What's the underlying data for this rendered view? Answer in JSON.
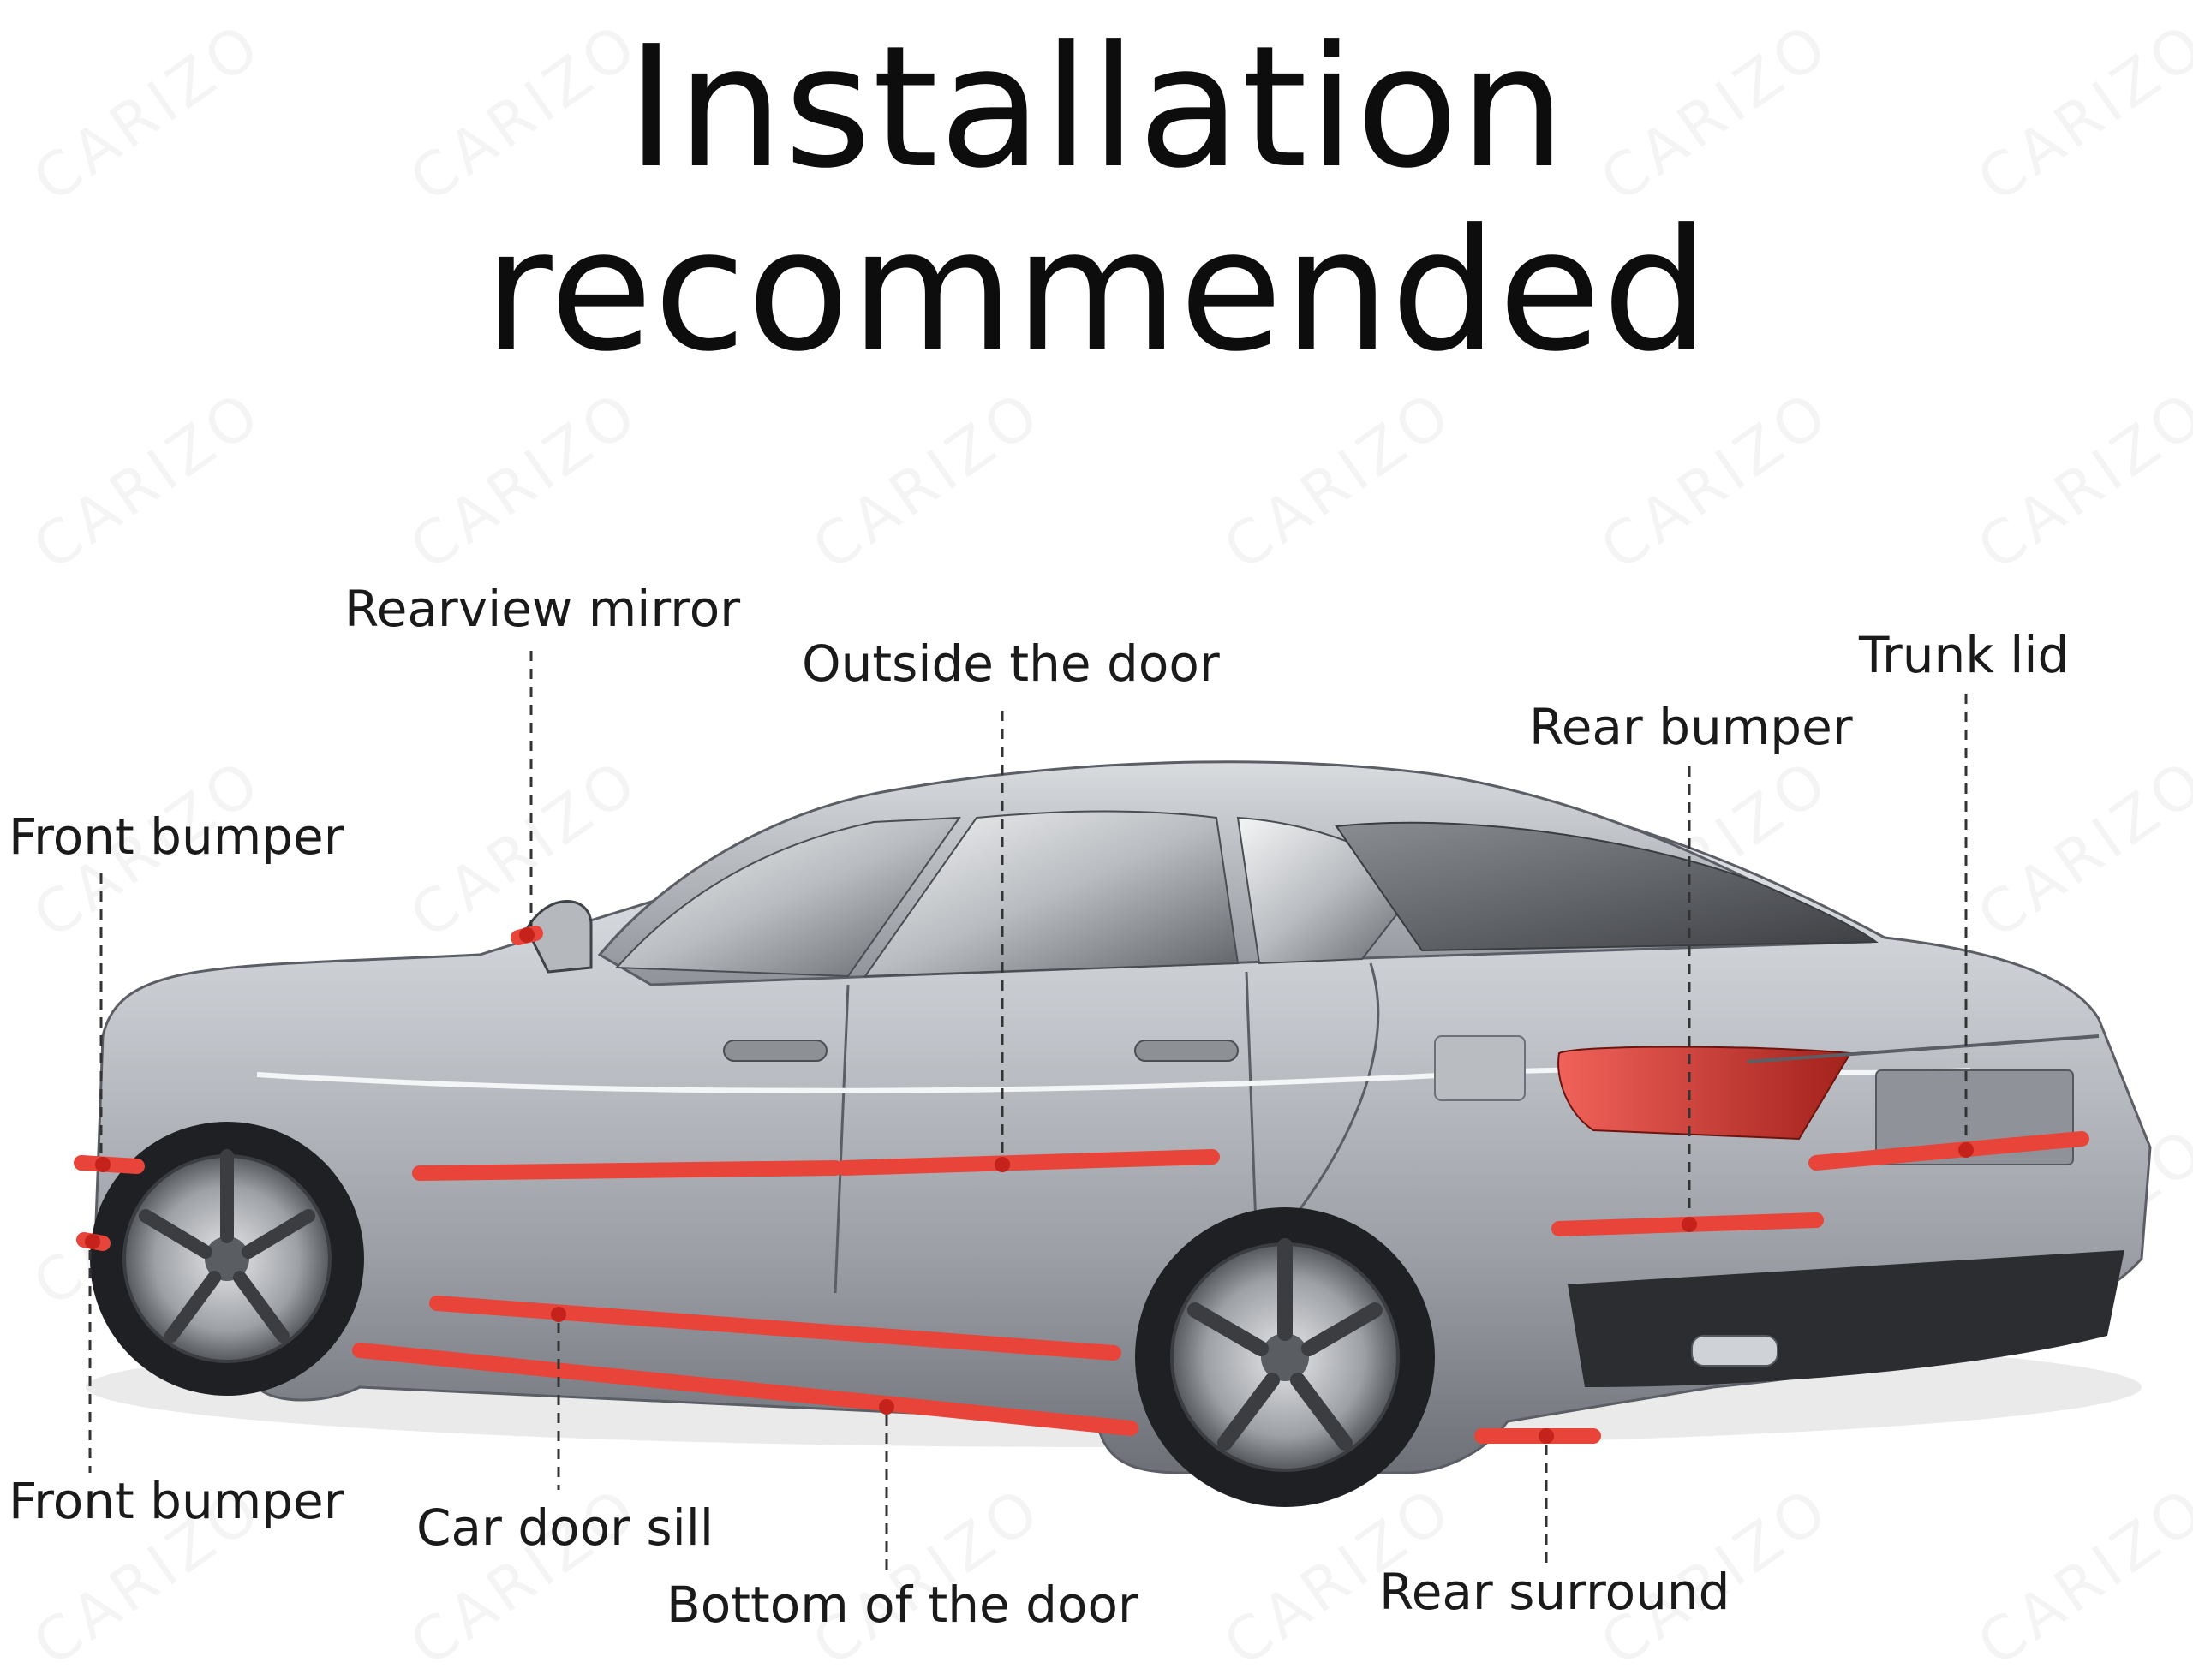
{
  "title": {
    "line1": "Installation",
    "line2": "recommended"
  },
  "watermark": "CARIZO",
  "labels": {
    "rearview_mirror": "Rearview mirror",
    "outside_door": "Outside the door",
    "trunk_lid": "Trunk lid",
    "rear_bumper": "Rear bumper",
    "front_bumper_top": "Front bumper",
    "front_bumper_bottom": "Front bumper",
    "car_door_sill": "Car door sill",
    "bottom_of_door": "Bottom of the door",
    "rear_surround": "Rear surround"
  },
  "colors": {
    "strip": "#e8443a",
    "car_body": "#a9adb3",
    "leader_line": "#333333"
  }
}
